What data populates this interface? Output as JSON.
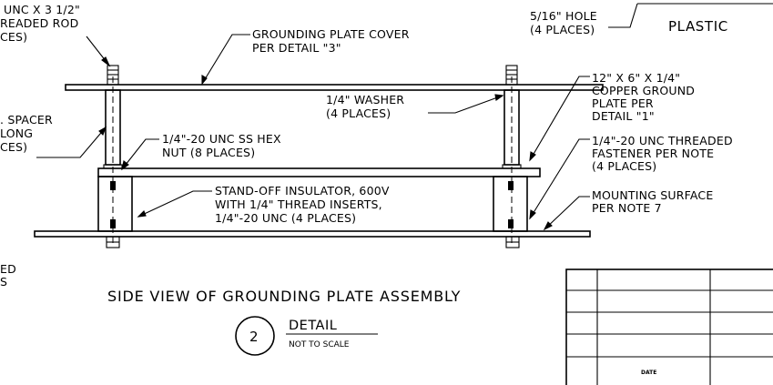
{
  "labels": {
    "threaded_rod_l1": "UNC X 3 1/2\"",
    "threaded_rod_l2": "READED ROD",
    "threaded_rod_l3": "CES)",
    "spacer_l1": ". SPACER",
    "spacer_l2": "LONG",
    "spacer_l3": "CES)",
    "cover_l1": "GROUNDING PLATE COVER",
    "cover_l2": "PER DETAIL \"3\"",
    "hole_l1": "5/16\" HOLE",
    "hole_l2": "(4 PLACES)",
    "plastic": "PLASTIC",
    "copper_l1": "12\" X 6\" X 1/4\"",
    "copper_l2": "COPPER GROUND",
    "copper_l3": "PLATE PER",
    "copper_l4": "DETAIL \"1\"",
    "washer_l1": "1/4\" WASHER",
    "washer_l2": "(4 PLACES)",
    "hexnut_l1": "1/4\"-20 UNC SS HEX",
    "hexnut_l2": "NUT (8 PLACES)",
    "fastener_l1": "1/4\"-20 UNC THREADED",
    "fastener_l2": "FASTENER PER NOTE",
    "fastener_l3": "(4 PLACES)",
    "insulator_l1": "STAND-OFF INSULATOR, 600V",
    "insulator_l2": "WITH 1/4\" THREAD INSERTS,",
    "insulator_l3": "1/4\"-20 UNC (4 PLACES)",
    "mounting_l1": "MOUNTING SURFACE",
    "mounting_l2": "PER NOTE 7",
    "left_cut_l1": "ED",
    "left_cut_l2": "S"
  },
  "view_title": "SIDE VIEW OF GROUNDING PLATE ASSEMBLY",
  "detail": {
    "number": "2",
    "label": "DETAIL",
    "scale": "NOT TO SCALE"
  },
  "title_block": {
    "date_label": "DATE"
  }
}
